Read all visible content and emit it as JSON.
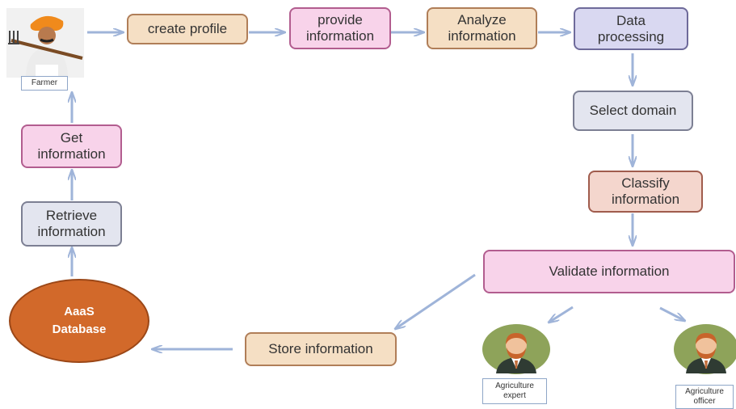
{
  "actors": {
    "farmer": {
      "caption": "Farmer",
      "icon": "farmer-icon"
    },
    "expert": {
      "caption": "Agriculture\nexpert",
      "icon": "expert-avatar-icon"
    },
    "officer": {
      "caption": "Agriculture\nofficer",
      "icon": "officer-avatar-icon"
    }
  },
  "steps": {
    "create_profile": "create profile",
    "provide_information": "provide\ninformation",
    "analyze_information": "Analyze\ninformation",
    "data_processing": "Data\nprocessing",
    "select_domain": "Select domain",
    "classify_information": "Classify\ninformation",
    "validate_information": "Validate information",
    "store_information": "Store information",
    "retrieve_information": "Retrieve\ninformation",
    "get_information": "Get\ninformation"
  },
  "database": {
    "label": "AaaS\nDatabase"
  },
  "colors": {
    "arrow": "#9fb4d9",
    "tan": "#f5dfc4",
    "pink": "#f8d3ea",
    "lavender": "#d9d8f1",
    "grey": "#e3e5ef",
    "rose": "#f4d6cd",
    "database": "#d2692a"
  }
}
